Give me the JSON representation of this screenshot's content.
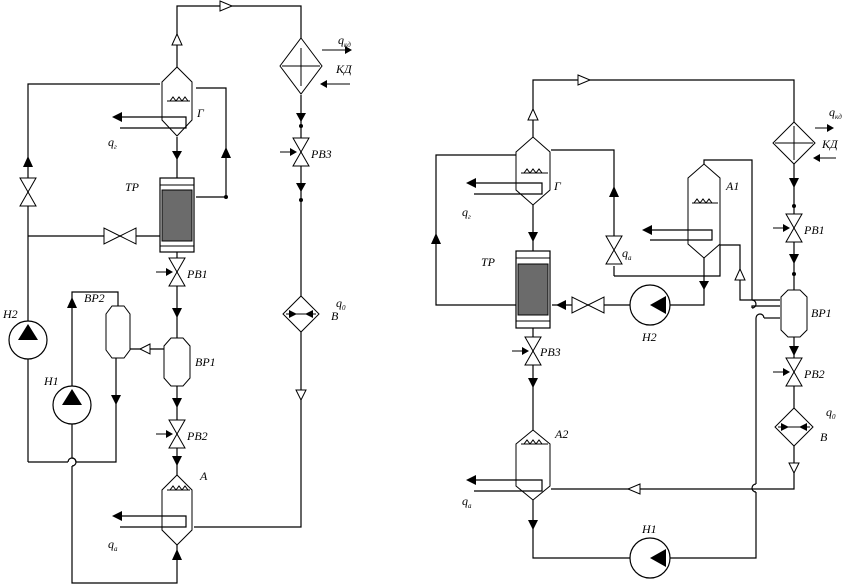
{
  "left_scheme": {
    "apparatus": {
      "generator": "Г",
      "reactor": "ТР",
      "condenser": "КД",
      "evaporator": "В",
      "absorber": "А",
      "solution_exchanger": "ВР1",
      "separator": "ВР2"
    },
    "valves": {
      "rv1": "РВ1",
      "rv2": "РВ2",
      "rv3": "РВ3"
    },
    "pumps": {
      "h1": "Н1",
      "h2": "Н2"
    },
    "heat_flows": {
      "q_generator": {
        "main": "q",
        "sub": "г"
      },
      "q_condenser": {
        "main": "q",
        "sub": "кд"
      },
      "q_evaporator": {
        "main": "q",
        "sub": "0"
      },
      "q_absorber": {
        "main": "q",
        "sub": "а"
      }
    }
  },
  "right_scheme": {
    "apparatus": {
      "generator": "Г",
      "reactor": "ТР",
      "condenser": "КД",
      "evaporator": "В",
      "absorber1": "А1",
      "absorber2": "А2",
      "solution_exchanger": "ВР1"
    },
    "valves": {
      "rv1": "РВ1",
      "rv2": "РВ2",
      "rv3": "РВ3"
    },
    "pumps": {
      "h1": "Н1",
      "h2": "Н2"
    },
    "heat_flows": {
      "q_generator": {
        "main": "q",
        "sub": "г"
      },
      "q_absorber1": {
        "main": "q",
        "sub": "а"
      },
      "q_absorber2": {
        "main": "q",
        "sub": "а"
      },
      "q_condenser": {
        "main": "q",
        "sub": "кд"
      },
      "q_evaporator": {
        "main": "q",
        "sub": "0"
      }
    }
  }
}
